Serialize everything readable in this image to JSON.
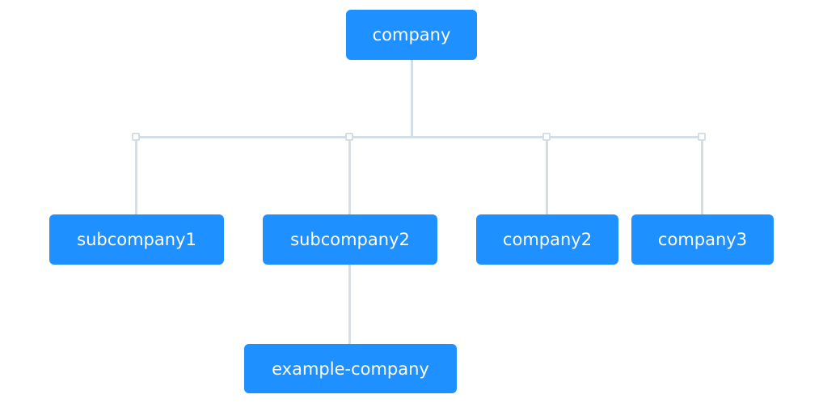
{
  "colors": {
    "node_fill": "#1e90ff",
    "node_text": "#ffffff",
    "connector": "#d5dde6",
    "background": "#ffffff"
  },
  "nodes": {
    "root": {
      "label": "company"
    },
    "subcompany1": {
      "label": "subcompany1"
    },
    "subcompany2": {
      "label": "subcompany2"
    },
    "company2": {
      "label": "company2"
    },
    "company3": {
      "label": "company3"
    },
    "example_company": {
      "label": "example-company"
    }
  }
}
